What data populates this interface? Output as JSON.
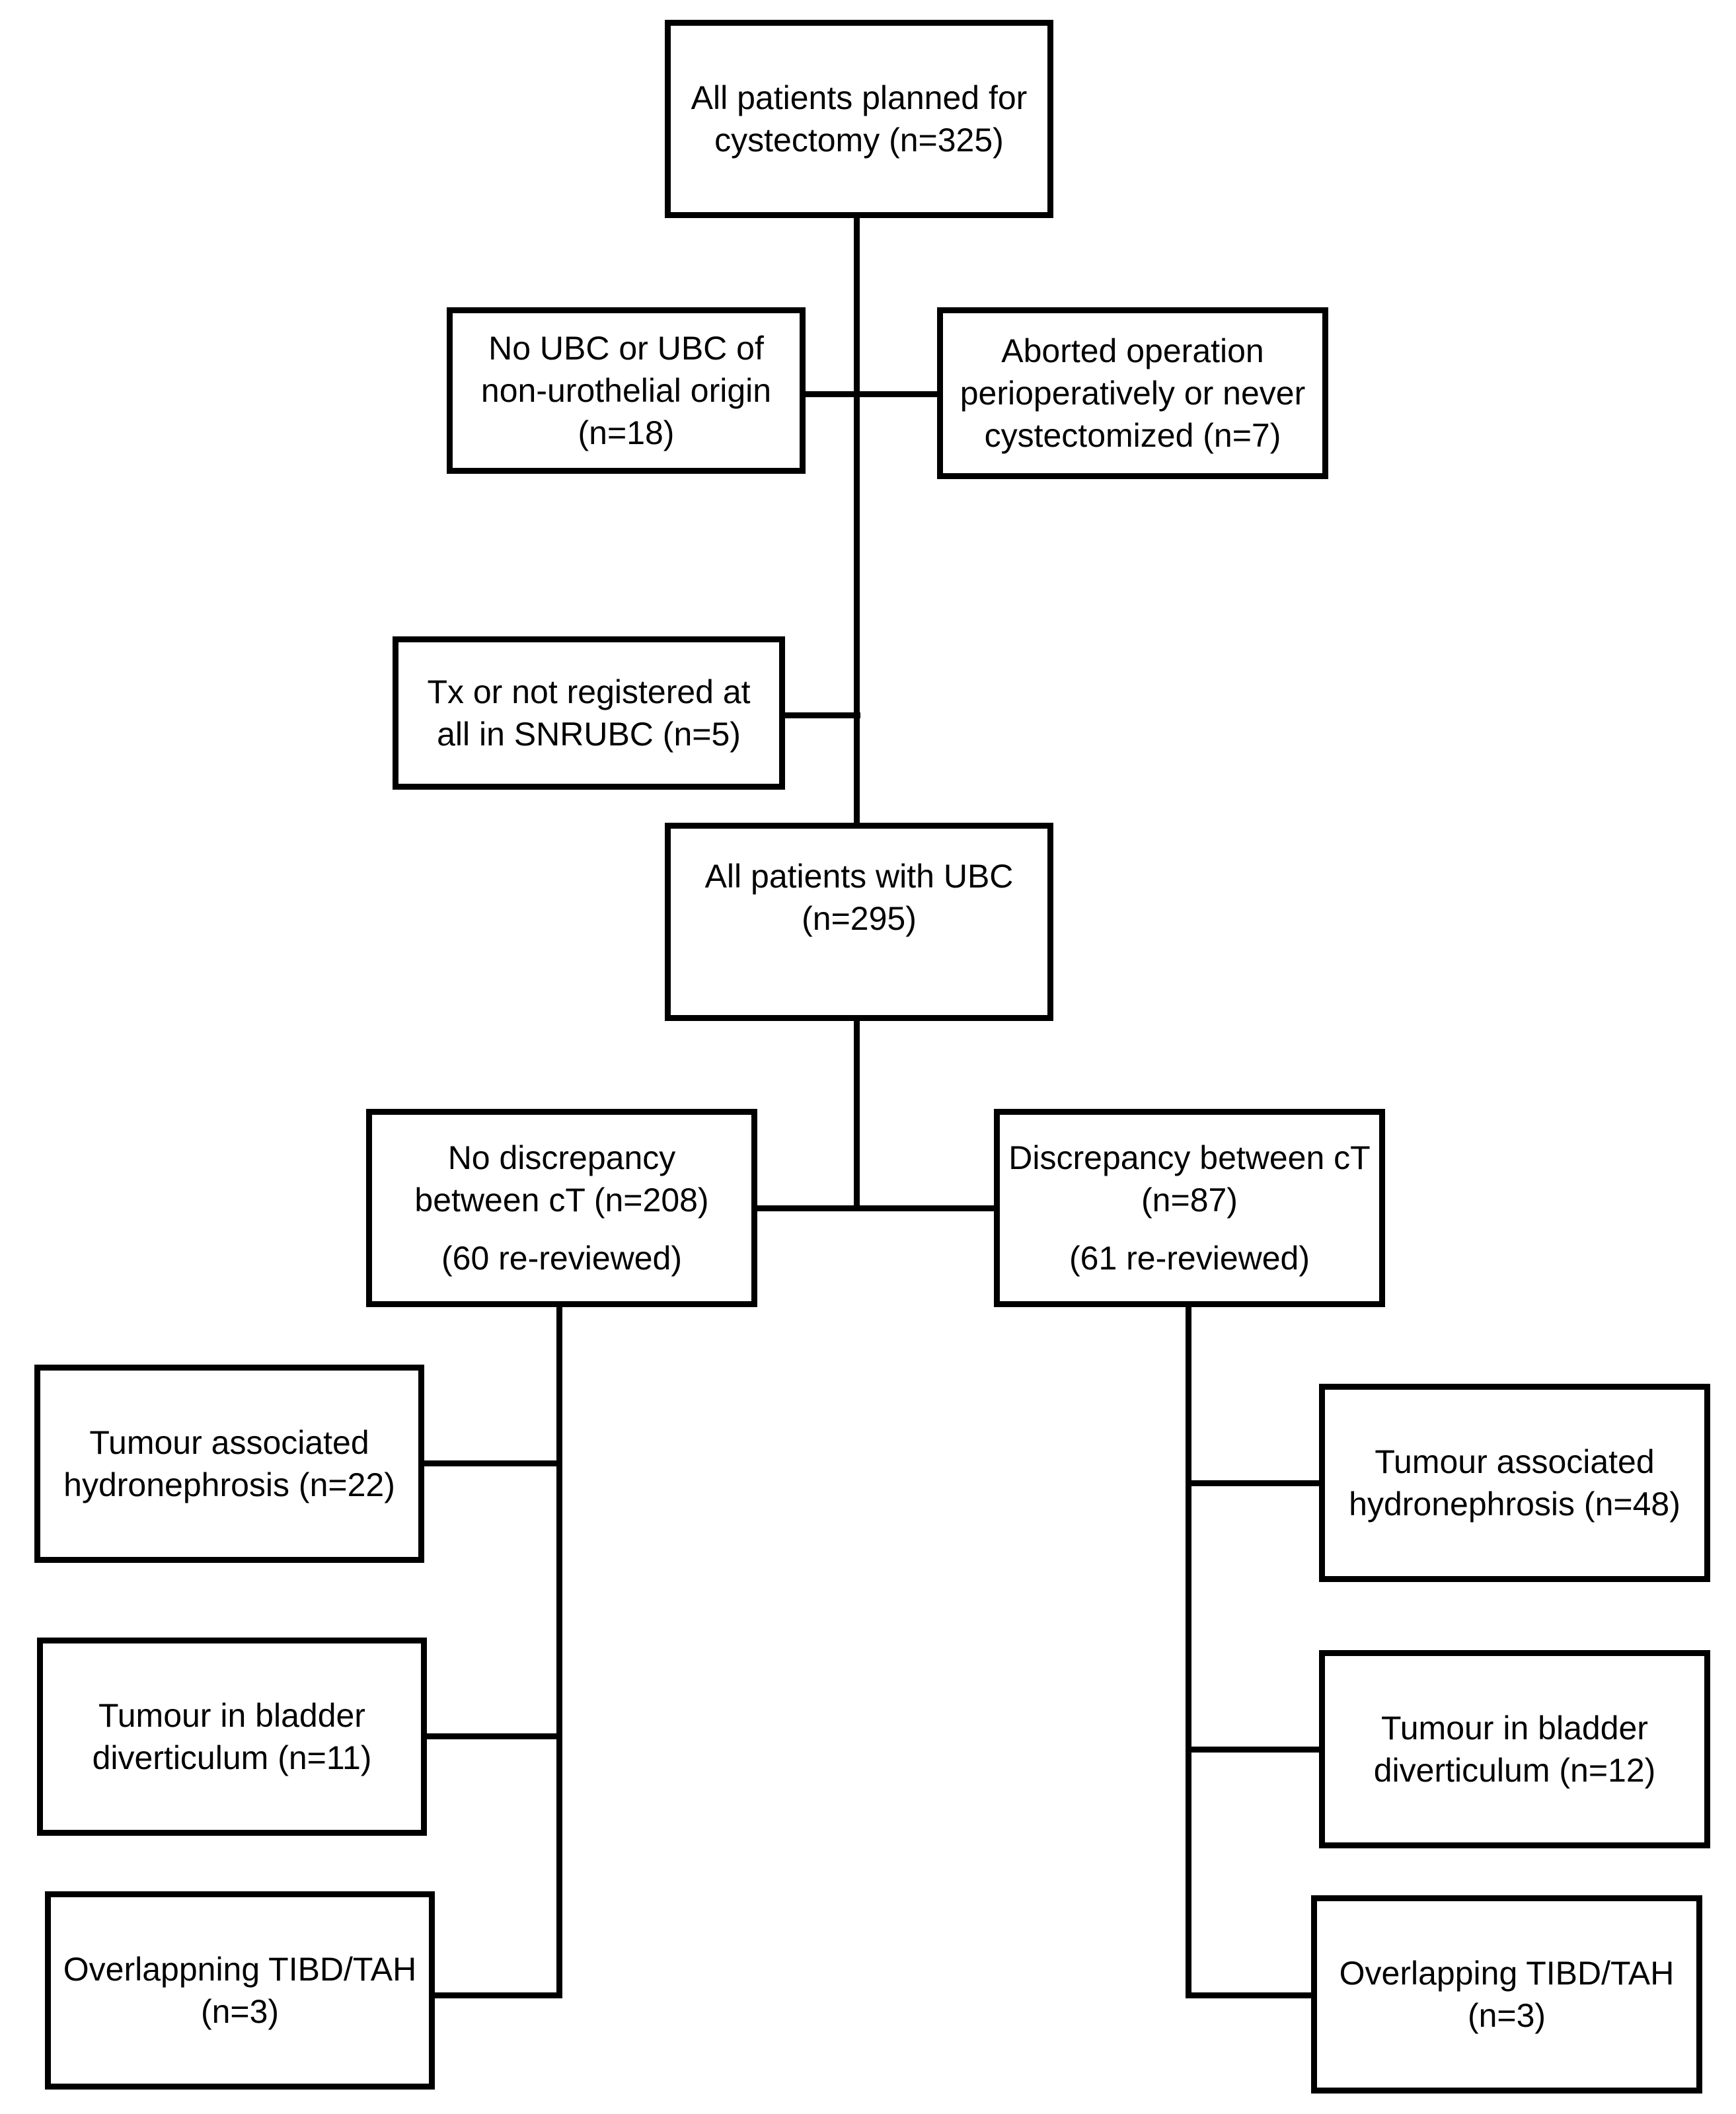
{
  "nodes": {
    "all_planned": {
      "lines": [
        "All patients planned for",
        "cystectomy (n=325)"
      ]
    },
    "no_ubc": {
      "lines": [
        "No UBC or UBC of",
        "non-urothelial origin",
        "(n=18)"
      ]
    },
    "aborted": {
      "lines": [
        "Aborted operation",
        "perioperatively or never",
        "cystectomized (n=7)"
      ]
    },
    "tx_not_registered": {
      "lines": [
        "Tx or not registered at",
        "all in SNRUBC (n=5)"
      ]
    },
    "all_ubc": {
      "lines": [
        "All patients with UBC",
        "(n=295)"
      ]
    },
    "no_discrepancy": {
      "lines": [
        "No discrepancy",
        "between cT  (n=208)"
      ],
      "sub": "(60 re-reviewed)"
    },
    "discrepancy": {
      "lines": [
        "Discrepancy between cT",
        "(n=87)"
      ],
      "sub": "(61 re-reviewed)"
    },
    "left_tah": {
      "lines": [
        "Tumour associated",
        "hydronephrosis  (n=22)"
      ]
    },
    "left_tibd": {
      "lines": [
        "Tumour in bladder",
        "diverticulum (n=11)"
      ]
    },
    "left_overlap": {
      "lines": [
        "Overlappning TIBD/TAH",
        "(n=3)"
      ]
    },
    "right_tah": {
      "lines": [
        "Tumour associated",
        "hydronephrosis  (n=48)"
      ]
    },
    "right_tibd": {
      "lines": [
        "Tumour in bladder",
        "diverticulum (n=12)"
      ]
    },
    "right_overlap": {
      "lines": [
        "Overlapping TIBD/TAH",
        "(n=3)"
      ]
    }
  }
}
